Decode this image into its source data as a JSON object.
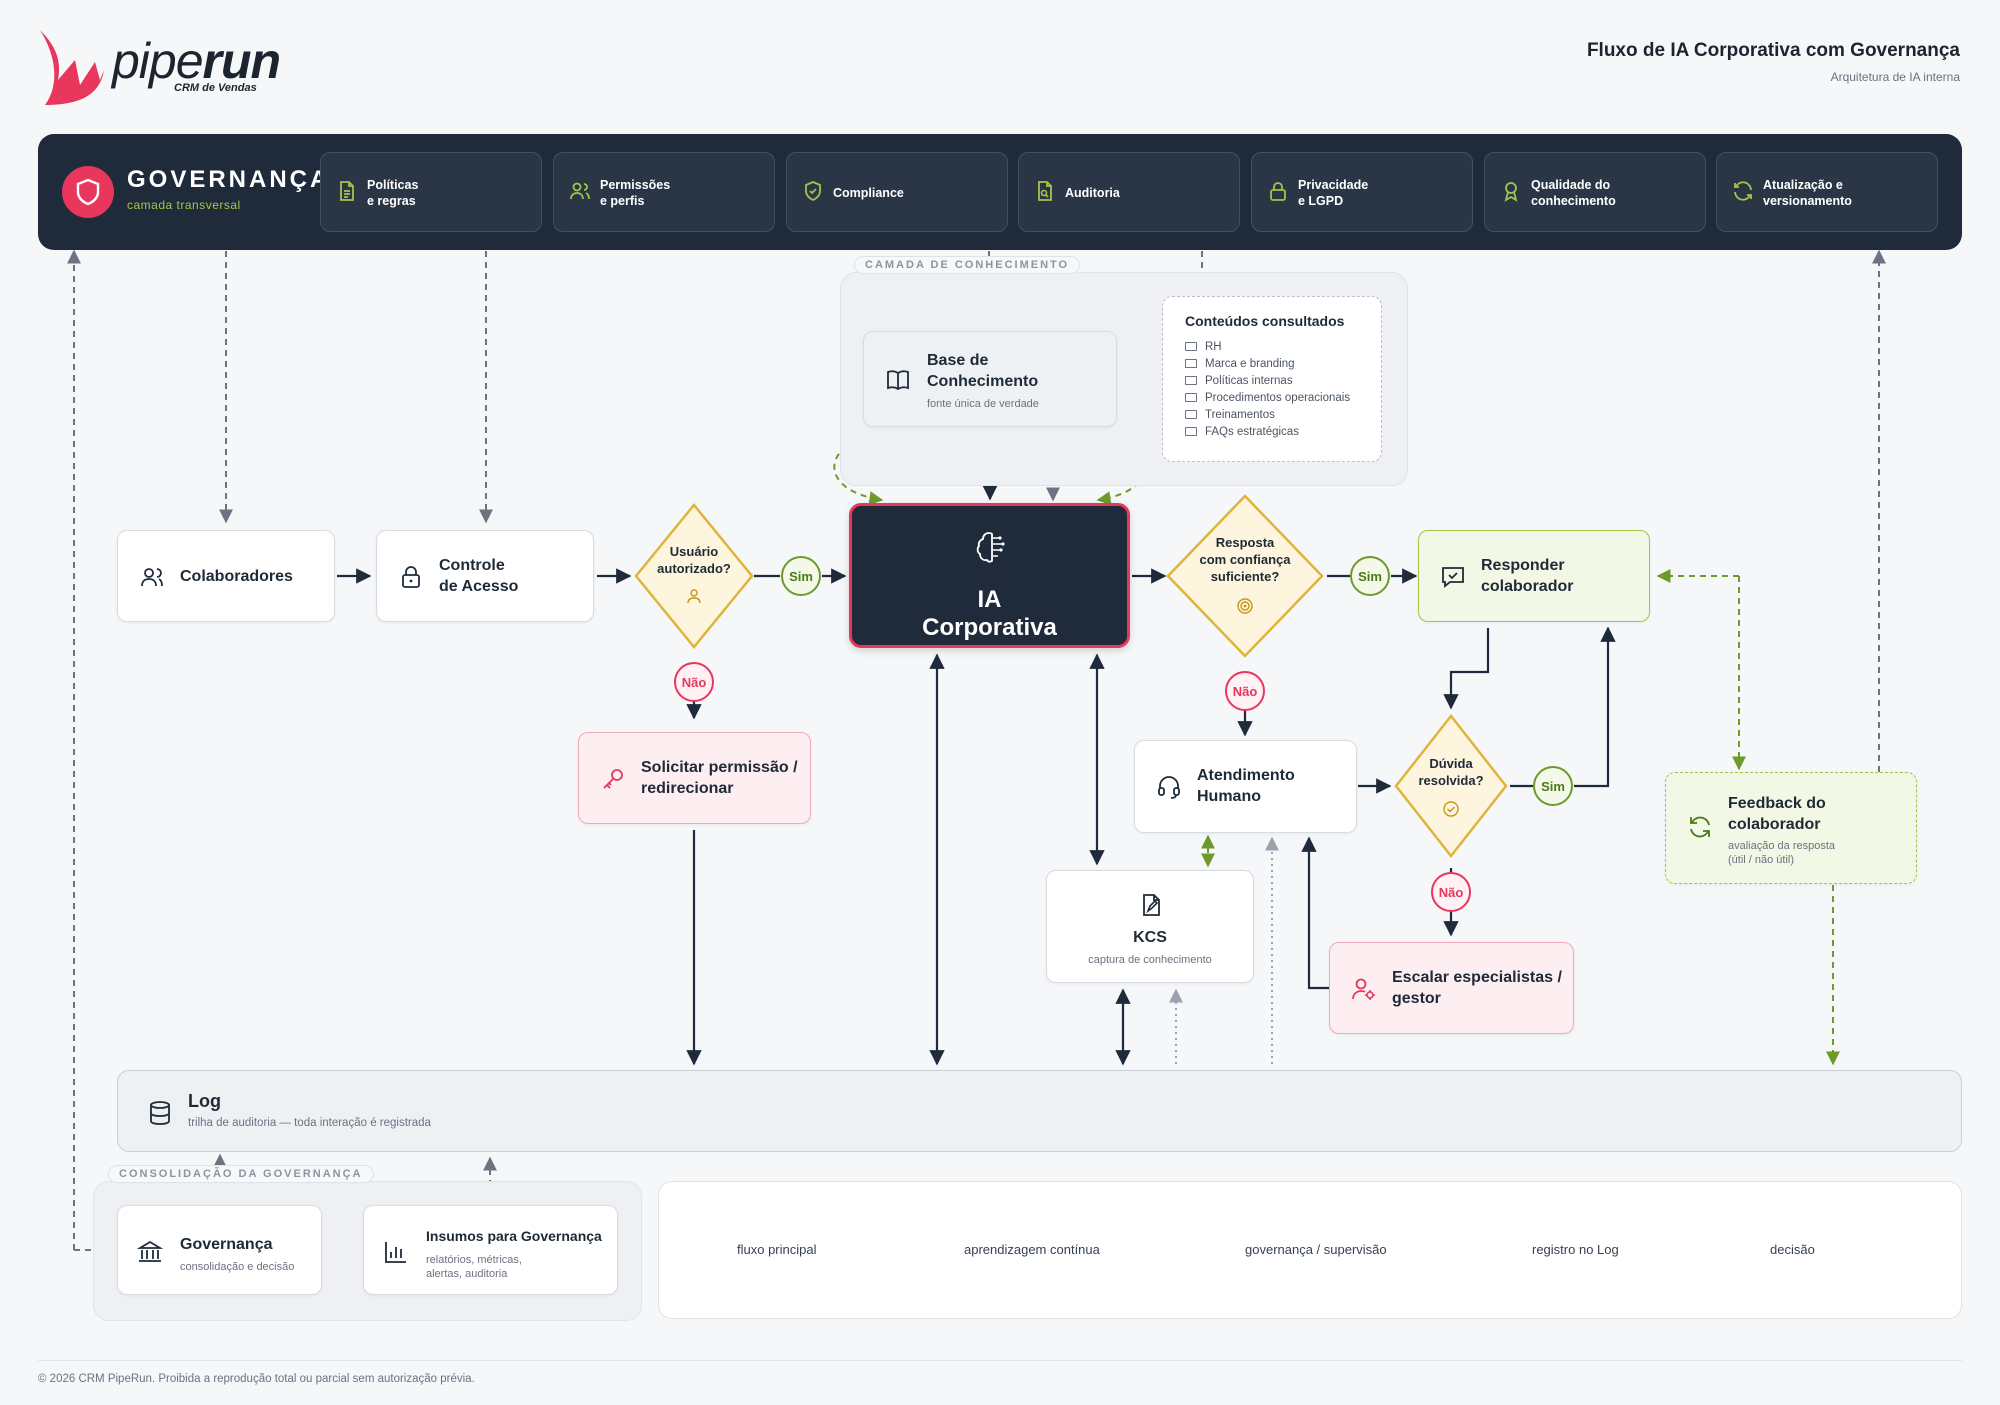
{
  "brand": {
    "name_light": "pipe",
    "name_bold": "run",
    "subtitle": "CRM de Vendas",
    "accent_color": "#e8365d"
  },
  "header": {
    "title": "Fluxo de IA Corporativa com Governança",
    "subtitle": "Arquitetura de IA interna"
  },
  "governance_band": {
    "icon": "shield-icon",
    "title": "GOVERNANÇA",
    "subtitle": "camada transversal",
    "items": [
      {
        "label": "Políticas\ne regras",
        "icon": "document-icon"
      },
      {
        "label": "Permissões\ne perfis",
        "icon": "users-icon"
      },
      {
        "label": "Compliance",
        "icon": "shield-check-icon"
      },
      {
        "label": "Auditoria",
        "icon": "file-search-icon"
      },
      {
        "label": "Privacidade\ne LGPD",
        "icon": "lock-icon"
      },
      {
        "label": "Qualidade do\nconhecimento",
        "icon": "award-icon"
      },
      {
        "label": "Atualização e\nversionamento",
        "icon": "refresh-icon"
      }
    ]
  },
  "knowledge_layer": {
    "label": "CAMADA DE CONHECIMENTO",
    "base": {
      "title": "Base de\nConhecimento",
      "subtitle": "fonte única de verdade",
      "icon": "book-icon"
    },
    "contents": {
      "title": "Conteúdos consultados",
      "items": [
        "RH",
        "Marca e branding",
        "Políticas internas",
        "Procedimentos operacionais",
        "Treinamentos",
        "FAQs estratégicas"
      ]
    }
  },
  "flow": {
    "colaboradores": {
      "title": "Colaboradores",
      "icon": "users-icon"
    },
    "controle": {
      "title": "Controle\nde Acesso",
      "icon": "lock-icon"
    },
    "decision_usuario": {
      "label": "Usuário\nautorizado?",
      "icon": "user-icon"
    },
    "ia": {
      "title": "IA\nCorporativa",
      "icon": "brain-icon"
    },
    "decision_resposta": {
      "label": "Resposta\ncom confiança\nsuficiente?",
      "icon": "target-icon"
    },
    "responder": {
      "title": "Responder\ncolaborador",
      "icon": "message-check-icon"
    },
    "solicitar": {
      "title": "Solicitar permissão /\nredirecionar",
      "icon": "key-icon"
    },
    "atendimento": {
      "title": "Atendimento\nHumano",
      "icon": "headset-icon"
    },
    "decision_duvida": {
      "label": "Dúvida\nresolvida?",
      "icon": "check-circle-icon"
    },
    "kcs": {
      "title": "KCS",
      "subtitle": "captura de conhecimento",
      "icon": "pencil-file-icon"
    },
    "escalar": {
      "title": "Escalar especialistas /\ngestor",
      "icon": "user-gear-icon"
    },
    "feedback": {
      "title": "Feedback do\ncolaborador",
      "subtitle": "avaliação da resposta\n(útil / não útil)",
      "icon": "refresh-icon"
    },
    "yes_label": "Sim",
    "no_label": "Não"
  },
  "log": {
    "title": "Log",
    "subtitle": "trilha de auditoria — toda interação é registrada",
    "icon": "database-icon"
  },
  "consolidation": {
    "label": "CONSOLIDAÇÃO DA GOVERNANÇA",
    "governanca": {
      "title": "Governança",
      "subtitle": "consolidação e decisão",
      "icon": "bank-icon"
    },
    "insumos": {
      "title": "Insumos para Governança",
      "subtitle": "relatórios, métricas,\nalertas, auditoria",
      "icon": "bar-chart-icon"
    }
  },
  "legend": [
    {
      "label": "fluxo principal",
      "style": "solid"
    },
    {
      "label": "aprendizagem contínua",
      "style": "green-dashed"
    },
    {
      "label": "governança / supervisão",
      "style": "gray-dashed"
    },
    {
      "label": "registro no Log",
      "style": "dotted"
    },
    {
      "label": "decisão",
      "style": "diamond"
    }
  ],
  "footer": "© 2026 CRM PipeRun. Proibida a reprodução total ou parcial sem autorização prévia.",
  "colors": {
    "navy": "#1f2b3a",
    "pink": "#e8365d",
    "green": "#6e9a2c",
    "gold": "#e0b43a",
    "gray_line": "#7b8591"
  }
}
